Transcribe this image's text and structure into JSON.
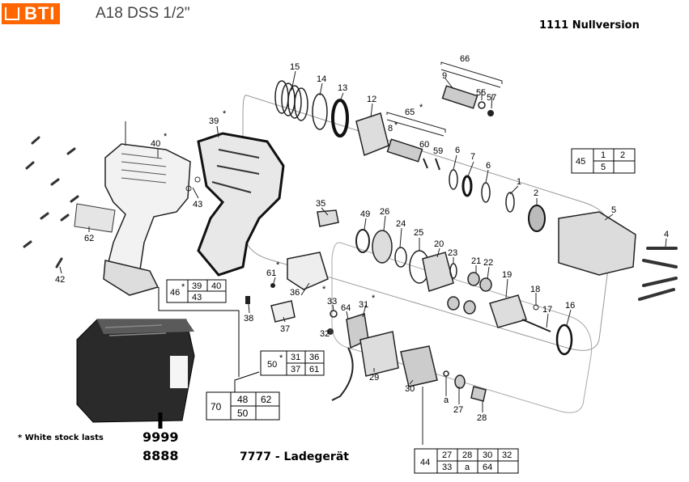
{
  "header": {
    "brand": "BTI",
    "model": "A18 DSS 1/2\"",
    "version": "1111 Nullversion"
  },
  "footer": {
    "note": "* White stock lasts",
    "code_battery": "9999",
    "code_secondary": "8888",
    "charger": "7777 - Ladegerät"
  },
  "callouts": {
    "p15": "15",
    "p14": "14",
    "p13": "13",
    "p12": "12",
    "p66": "66",
    "p9": "9",
    "p55": "55",
    "p57": "57",
    "p65": "65",
    "p8": "8",
    "p60": "60",
    "p59": "59",
    "p6a": "6",
    "p7": "7",
    "p6b": "6",
    "p39": "39",
    "p40": "40",
    "p43": "43",
    "p62": "62",
    "p42": "42",
    "p35": "35",
    "p49": "49",
    "p26": "26",
    "p24": "24",
    "p25": "25",
    "p20": "20",
    "p23": "23",
    "p21": "21",
    "p22": "22",
    "p19": "19",
    "p18": "18",
    "p17": "17",
    "p16": "16",
    "p1": "1",
    "p2": "2",
    "p5": "5",
    "p4": "4",
    "p61": "61",
    "p36": "36",
    "p38": "38",
    "p37": "37",
    "p33": "33",
    "p32": "32",
    "p64": "64",
    "p31": "31",
    "p29": "29",
    "p30": "30",
    "pa": "a",
    "p27": "27",
    "p28": "28",
    "star": "*"
  },
  "kits": {
    "k45": {
      "id": "45",
      "rows": [
        [
          "1",
          "2"
        ],
        [
          "5",
          ""
        ]
      ]
    },
    "k46": {
      "id": "46",
      "rows": [
        [
          "39",
          "40"
        ],
        [
          "43",
          ""
        ]
      ]
    },
    "k50": {
      "id": "50",
      "rows": [
        [
          "31",
          "36"
        ],
        [
          "37",
          "61"
        ]
      ]
    },
    "k70": {
      "id": "70",
      "rows": [
        [
          "48",
          "62"
        ],
        [
          "50",
          ""
        ]
      ]
    },
    "k44": {
      "id": "44",
      "rows": [
        [
          "27",
          "28",
          "30",
          "32"
        ],
        [
          "33",
          "a",
          "64",
          ""
        ]
      ]
    }
  }
}
